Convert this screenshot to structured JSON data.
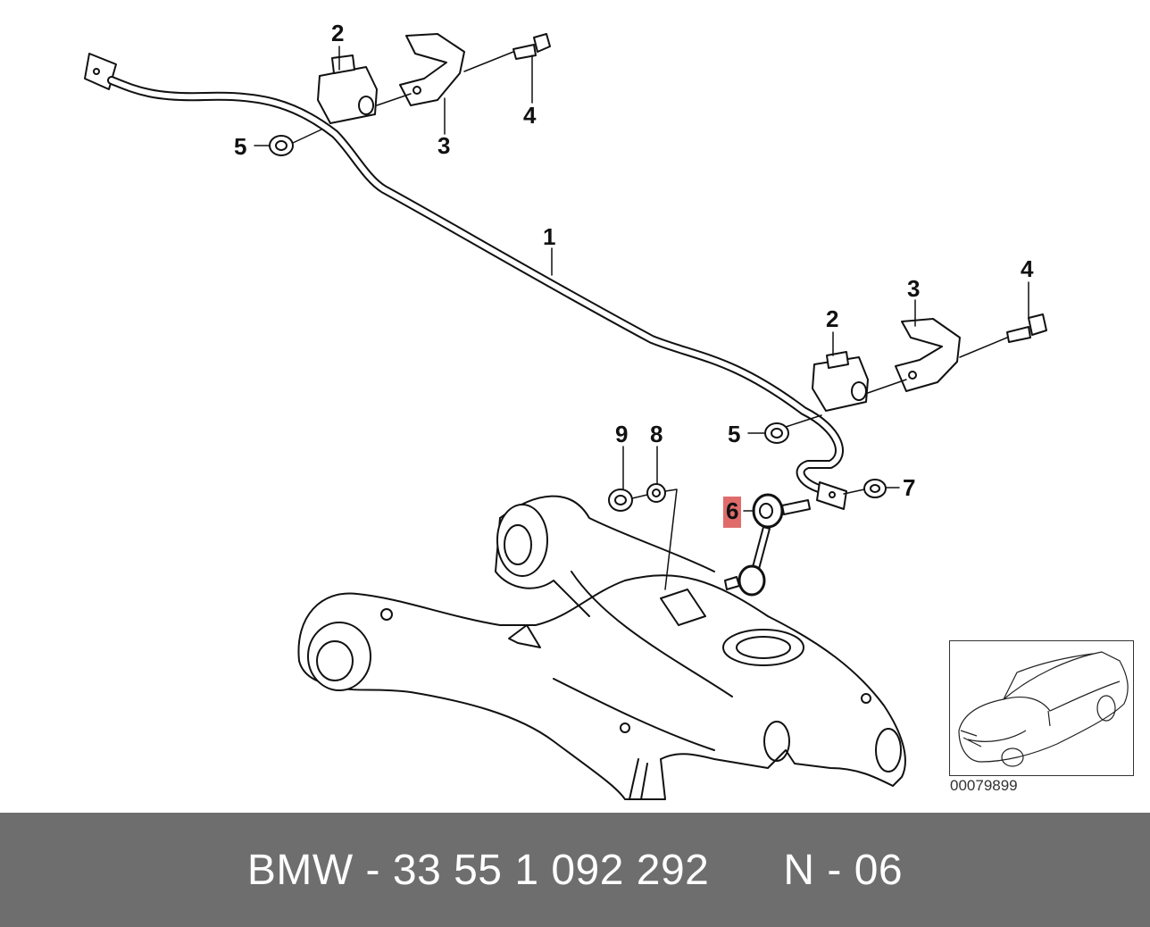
{
  "labels": {
    "l1": "1",
    "l2a": "2",
    "l2b": "2",
    "l3a": "3",
    "l3b": "3",
    "l4a": "4",
    "l4b": "4",
    "l5a": "5",
    "l5b": "5",
    "l6": "6",
    "l7": "7",
    "l8": "8",
    "l9": "9"
  },
  "highlight_color": "#e06b6b",
  "reference_code": "00079899",
  "footer": {
    "part_text": "BMW - 33 55 1 092 292",
    "position_text": "N - 06",
    "background": "#6e6e6e"
  }
}
